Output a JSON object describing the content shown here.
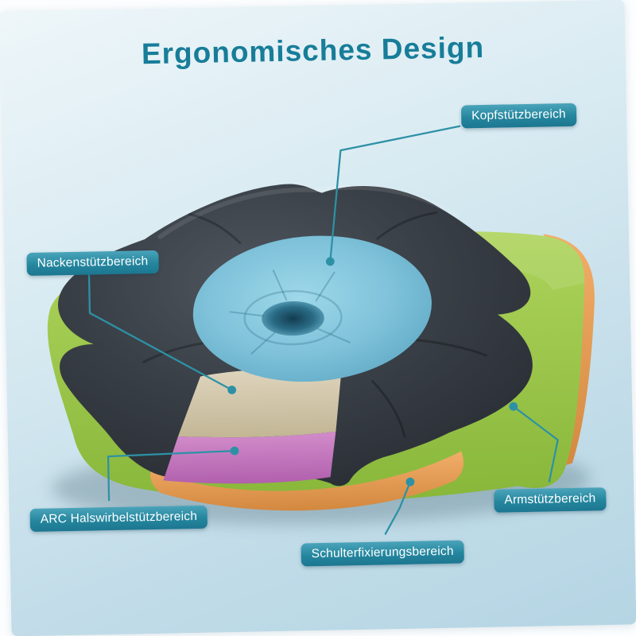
{
  "title": "Ergonomisches Design",
  "callouts": {
    "kopf": {
      "label": "Kopfstützbereich"
    },
    "nacken": {
      "label": "Nackenstützbereich"
    },
    "arc": {
      "label": "ARC Halswirbelstützbereich"
    },
    "schulter": {
      "label": "Schulterfixierungsbereich"
    },
    "arm": {
      "label": "Armstützbereich"
    }
  },
  "colors": {
    "accent_teal": "#1f87a0",
    "title_teal": "#177d99",
    "badge_gradient_top": "#4aa4ba",
    "badge_gradient_bottom": "#1d7791",
    "card_background_top": "#eef6f9",
    "card_background_bottom": "#b5d5e4",
    "pillow_dark_gray": "#363c43",
    "base_pillow_green": "#9cc44d",
    "rim_orange": "#e9a35f",
    "head_zone_blue": "#84c6dd",
    "neck_zone_beige": "#d2c7ab",
    "arc_zone_pink": "#c479bf"
  }
}
